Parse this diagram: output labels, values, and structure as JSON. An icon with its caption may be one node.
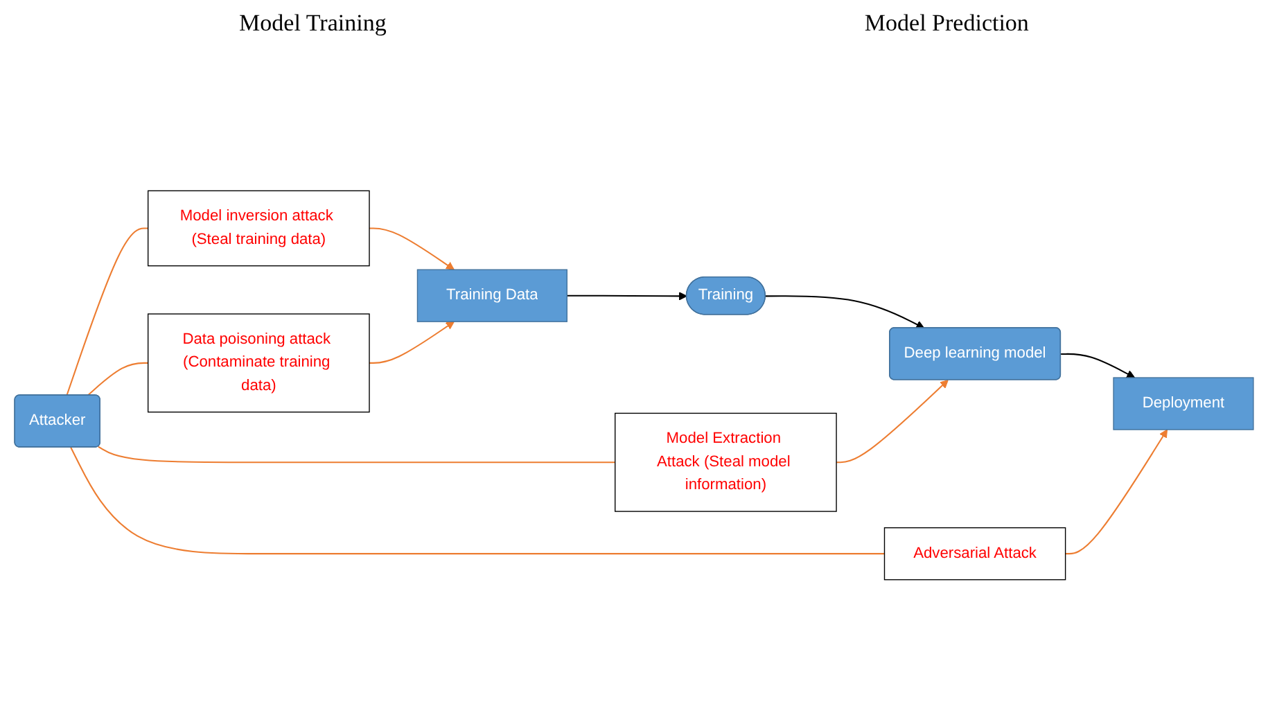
{
  "diagram": {
    "nodes": [
      {
        "text": [
          "Training Data"
        ]
      },
      {
        "text": [
          "Training"
        ]
      },
      {
        "text": [
          "Deep learning model"
        ]
      },
      {
        "text": [
          "Deployment"
        ]
      },
      {
        "text": [
          "Data poisoning attack (Contaminate training data)"
        ]
      },
      {
        "text": [
          "Model Extraction Attack (Steal model information)"
        ]
      },
      {
        "text": [
          "Adversarial Attack"
        ]
      },
      {
        "text": [
          "Model inversion attack (Steal training data)"
        ]
      },
      {
        "text": [
          "Attacker"
        ]
      }
    ],
    "edges": [
      {
        "from": 0,
        "to": 1,
        "arrow": "to",
        "color": "#000000"
      },
      {
        "from": 1,
        "to": 2,
        "arrow": "to",
        "color": "#000000"
      },
      {
        "from": 2,
        "to": 3,
        "arrow": "to",
        "color": "#000000"
      },
      {
        "from": 8,
        "to": 7,
        "arrow": "none",
        "color": "#ed7d31"
      },
      {
        "from": 7,
        "to": 0,
        "arrow": "to",
        "color": "#ed7d31"
      },
      {
        "from": 8,
        "to": 4,
        "arrow": "none",
        "color": "#ed7d31"
      },
      {
        "from": 4,
        "to": 0,
        "arrow": "to",
        "color": "#ed7d31"
      },
      {
        "from": 8,
        "to": 5,
        "arrow": "none",
        "color": "#ed7d31"
      },
      {
        "from": 5,
        "to": 2,
        "arrow": "to",
        "color": "#ed7d31"
      },
      {
        "from": 8,
        "to": 6,
        "arrow": "none",
        "color": "#ed7d31"
      },
      {
        "from": 6,
        "to": 3,
        "arrow": "to",
        "color": "#ed7d31"
      }
    ],
    "labels": [
      "Model Training",
      "Model Prediction"
    ]
  }
}
